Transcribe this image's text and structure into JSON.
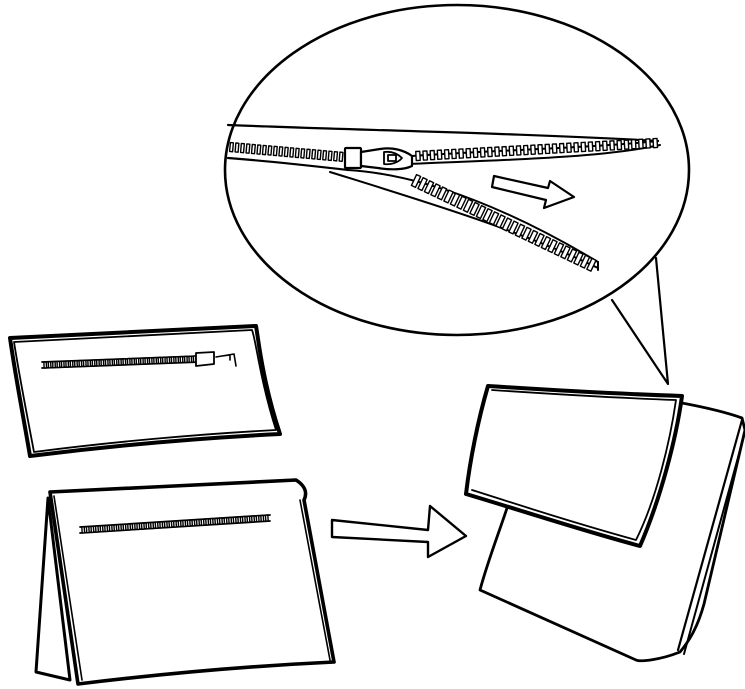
{
  "diagram": {
    "figures": [
      {
        "id": "flat-pouch",
        "description_icon": "zipper-pouch-icon"
      },
      {
        "id": "wedge-cushion",
        "description_icon": "wedge-cushion-icon"
      },
      {
        "id": "unzipped-wedge",
        "description_icon": "opened-cushion-icon"
      },
      {
        "id": "zipper-detail",
        "description_icon": "zipper-closeup-icon"
      }
    ],
    "arrows": [
      {
        "id": "transition-arrow",
        "icon": "right-arrow-icon"
      },
      {
        "id": "unzip-direction-arrow",
        "icon": "right-arrow-icon"
      }
    ],
    "colors": {
      "ink": "#000000",
      "paper": "#ffffff"
    }
  }
}
